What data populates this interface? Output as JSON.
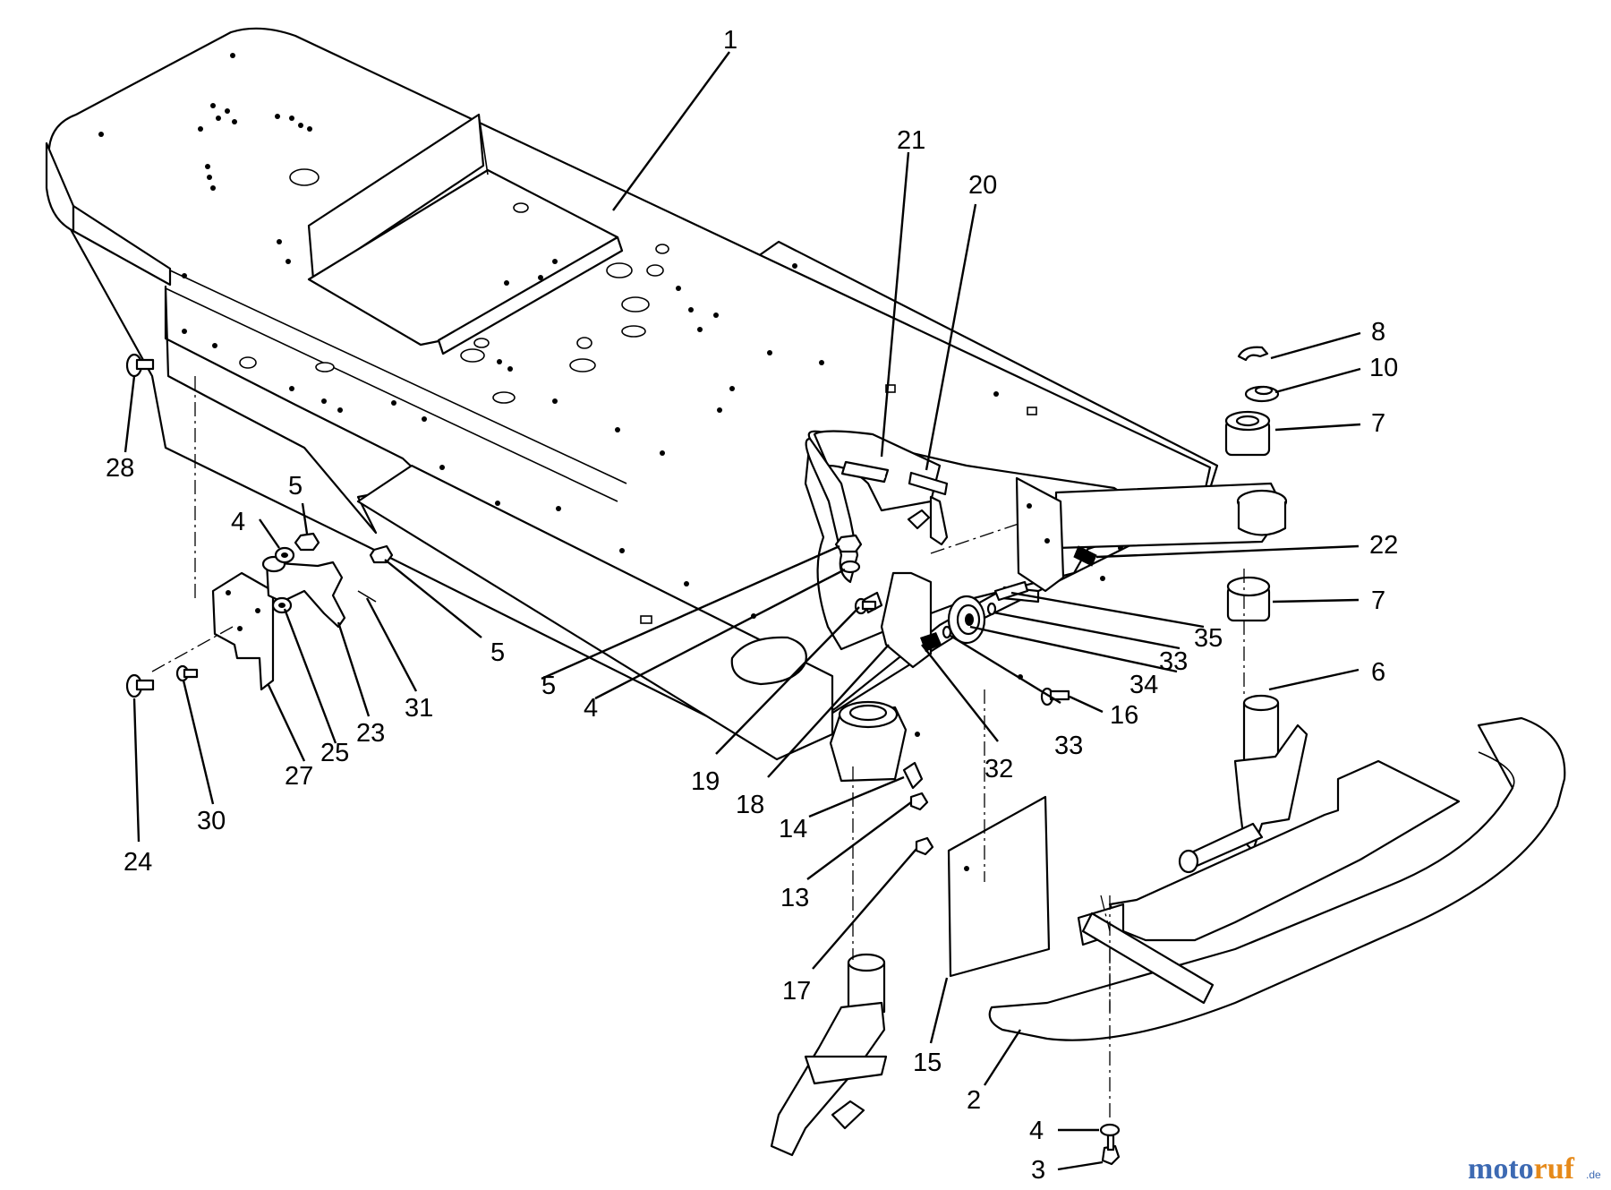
{
  "callouts": {
    "c1": "1",
    "c21": "21",
    "c20": "20",
    "c8": "8",
    "c10": "10",
    "c7a": "7",
    "c28": "28",
    "c22": "22",
    "c5a": "5",
    "c4a": "4",
    "c7b": "7",
    "c35": "35",
    "c6": "6",
    "c33a": "33",
    "c5b": "5",
    "c5c": "5",
    "c34": "34",
    "c16": "16",
    "c4b": "4",
    "c31": "31",
    "c23": "23",
    "c33b": "33",
    "c25": "25",
    "c19": "19",
    "c32": "32",
    "c27": "27",
    "c18": "18",
    "c14": "14",
    "c30": "30",
    "c24": "24",
    "c13": "13",
    "c17": "17",
    "c15": "15",
    "c2": "2",
    "c4c": "4",
    "c3": "3"
  },
  "watermark": {
    "brand_a": "moto",
    "brand_b": "ruf",
    "suffix": ".de",
    "color_main": "#3d6ab3",
    "color_accent": "#e68a1a"
  }
}
